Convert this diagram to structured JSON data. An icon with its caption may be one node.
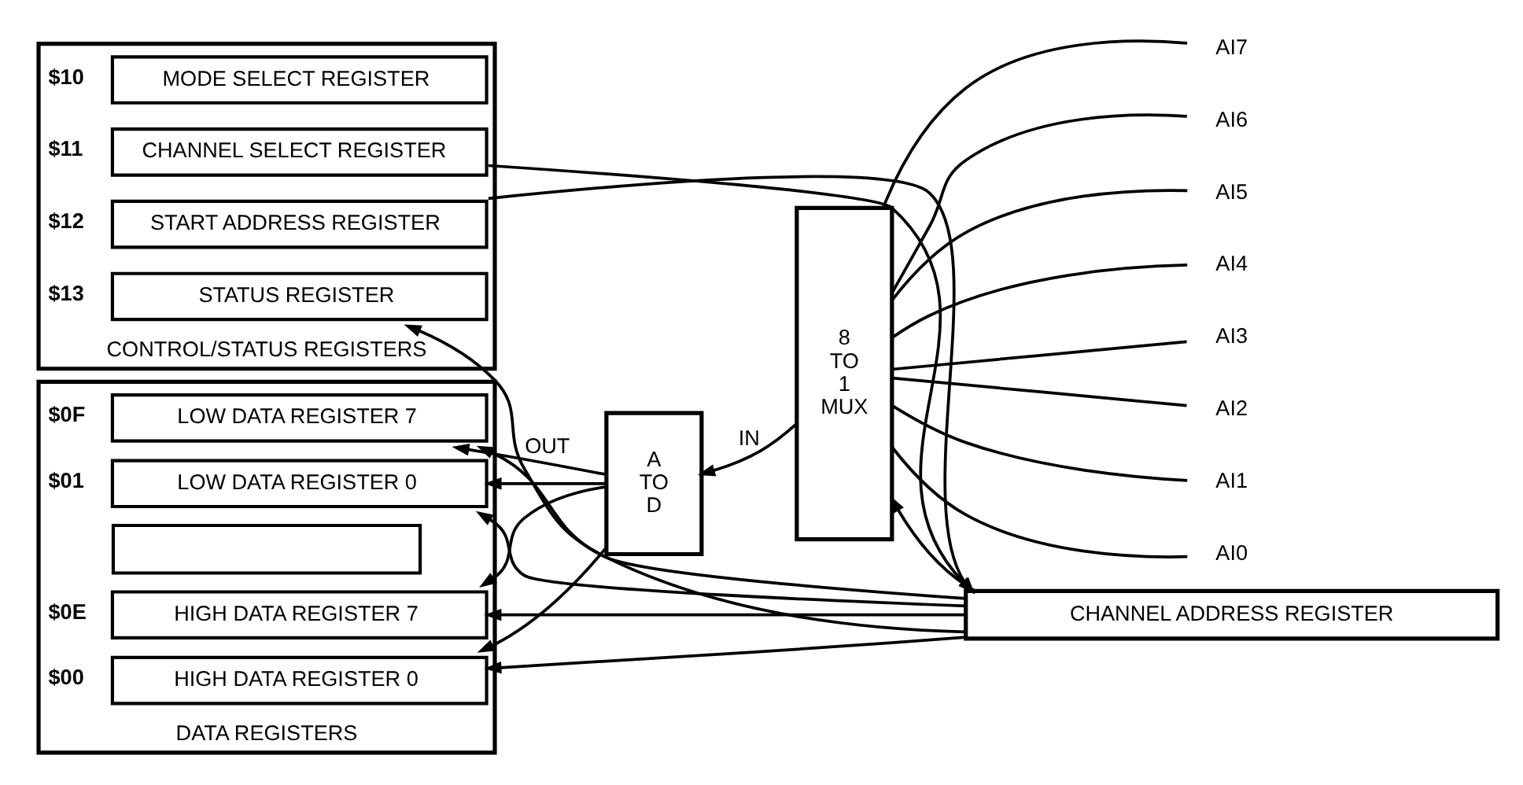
{
  "diagram": {
    "nodes": [
      {
        "text": [
          "DATA REGISTERS"
        ]
      },
      {
        "text": [
          "HIGH DATA REGISTER 0"
        ],
        "in": 0,
        "beside": [
          "$00"
        ]
      },
      {
        "text": [
          "LOW DATA REGISTER 0"
        ],
        "in": 0,
        "beside": [
          "$01"
        ]
      },
      {
        "text": [],
        "shape": "box",
        "in": 0
      },
      {
        "text": [
          "HIGH DATA REGISTER 7"
        ],
        "in": 0,
        "beside": [
          "$0E"
        ]
      },
      {
        "text": [
          "LOW DATA REGISTER 7"
        ],
        "in": 0,
        "beside": [
          "$0F"
        ]
      },
      {
        "text": [
          "CONTROL/STATUS REGISTERS"
        ]
      },
      {
        "text": [
          "MODE SELECT REGISTER"
        ],
        "in": 6,
        "beside": [
          "$10"
        ]
      },
      {
        "text": [
          "CHANNEL SELECT REGISTER"
        ],
        "in": 6,
        "beside": [
          "$11"
        ]
      },
      {
        "text": [
          "START ADDRESS REGISTER"
        ],
        "in": 6,
        "beside": [
          "$12"
        ]
      },
      {
        "text": [
          "STATUS REGISTER"
        ],
        "in": 6,
        "beside": [
          "$13"
        ]
      },
      {
        "text": [
          "A TO D"
        ]
      },
      {
        "text": [
          "8 TO 1 MUX"
        ]
      },
      {
        "text": [
          "CHANNEL ADDRESS REGISTER"
        ]
      },
      {
        "text": [
          "AI0"
        ]
      },
      {
        "text": [
          "AI1"
        ]
      },
      {
        "text": [
          "AI2"
        ]
      },
      {
        "text": [
          "AI3"
        ]
      },
      {
        "text": [
          "AI4"
        ]
      },
      {
        "text": [
          "AI5"
        ]
      },
      {
        "text": [
          "AI6"
        ]
      },
      {
        "text": [
          "AI7"
        ]
      }
    ],
    "edges": [
      {
        "from": 11,
        "to": 1,
        "arrow": "to"
      },
      {
        "from": 11,
        "to": 2,
        "arrow": "to"
      },
      {
        "from": 11,
        "to": 4,
        "arrow": "to"
      },
      {
        "from": 11,
        "to": 5,
        "arrow": "to",
        "label": "OUT"
      },
      {
        "from": 13,
        "to": 1,
        "arrow": "to"
      },
      {
        "from": 13,
        "to": 2,
        "arrow": "to"
      },
      {
        "from": 13,
        "to": 4,
        "arrow": "to"
      },
      {
        "from": 13,
        "to": 5,
        "arrow": "to"
      },
      {
        "from": 12,
        "to": 11,
        "arrow": "to",
        "label": "IN"
      },
      {
        "from": 13,
        "to": 12,
        "arrow": "to"
      },
      {
        "from": 8,
        "to": 13,
        "arrow": "to"
      },
      {
        "from": 9,
        "to": 13,
        "arrow": "to"
      },
      {
        "from": 13,
        "to": 10,
        "arrow": "to"
      },
      {
        "from": 14,
        "to": 12,
        "arrow": "none"
      },
      {
        "from": 15,
        "to": 12,
        "arrow": "none"
      },
      {
        "from": 16,
        "to": 12,
        "arrow": "none"
      },
      {
        "from": 17,
        "to": 12,
        "arrow": "none"
      },
      {
        "from": 18,
        "to": 12,
        "arrow": "none"
      },
      {
        "from": 19,
        "to": 12,
        "arrow": "none"
      },
      {
        "from": 20,
        "to": 12,
        "arrow": "none"
      },
      {
        "from": 21,
        "to": 12,
        "arrow": "none"
      }
    ]
  }
}
